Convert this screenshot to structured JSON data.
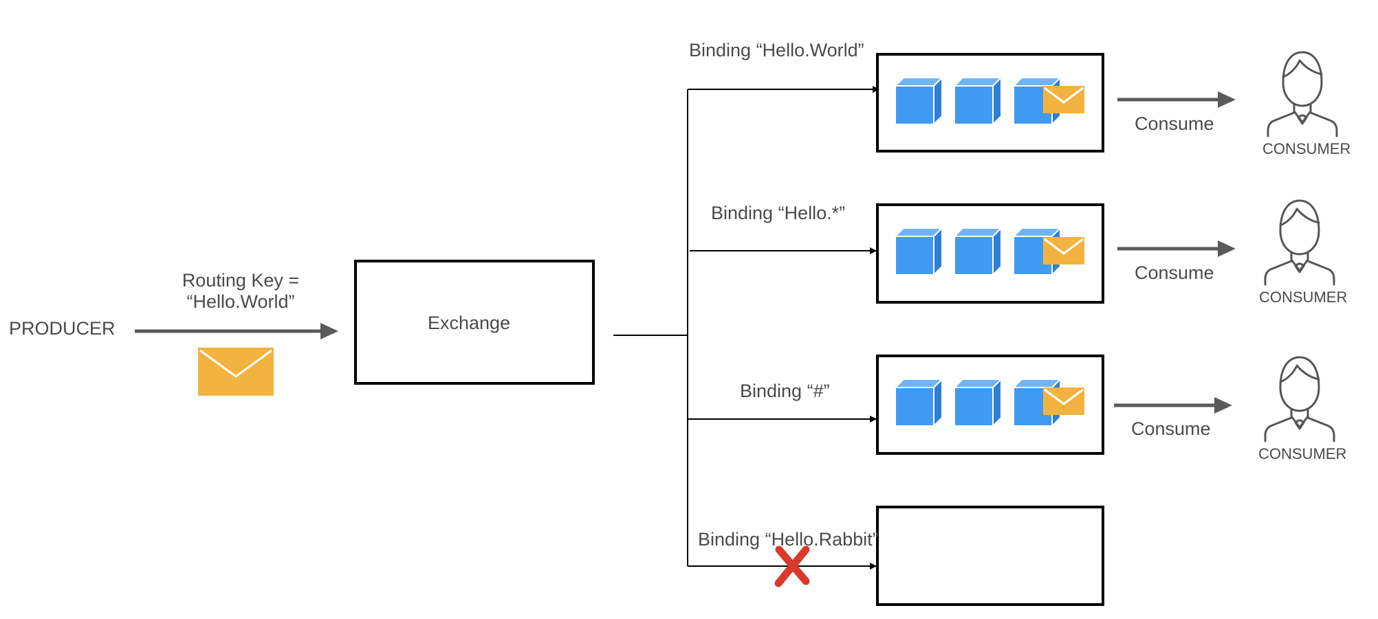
{
  "producer": {
    "label": "PRODUCER"
  },
  "routing_key": {
    "line1": "Routing Key  =",
    "line2": "“Hello.World”"
  },
  "exchange": {
    "label": "Exchange"
  },
  "bindings": [
    {
      "label": "Binding “Hello.World”",
      "matched": true,
      "consume_label": "Consume",
      "consumer_label": "CONSUMER"
    },
    {
      "label": "Binding “Hello.*”",
      "matched": true,
      "consume_label": "Consume",
      "consumer_label": "CONSUMER"
    },
    {
      "label": "Binding “#”",
      "matched": true,
      "consume_label": "Consume",
      "consumer_label": "CONSUMER"
    },
    {
      "label": "Binding “Hello.Rabbit”",
      "matched": false
    }
  ],
  "icons": {
    "message": "envelope-icon",
    "queue_item": "cube-icon",
    "consumer": "user-icon",
    "rejected": "cross-icon"
  },
  "colors": {
    "envelope": "#F2B340",
    "cube": "#409AF1",
    "cross": "#D93A2B",
    "line": "#000000",
    "thick_arrow": "#5A5A5A",
    "text": "#4A4A4A"
  }
}
